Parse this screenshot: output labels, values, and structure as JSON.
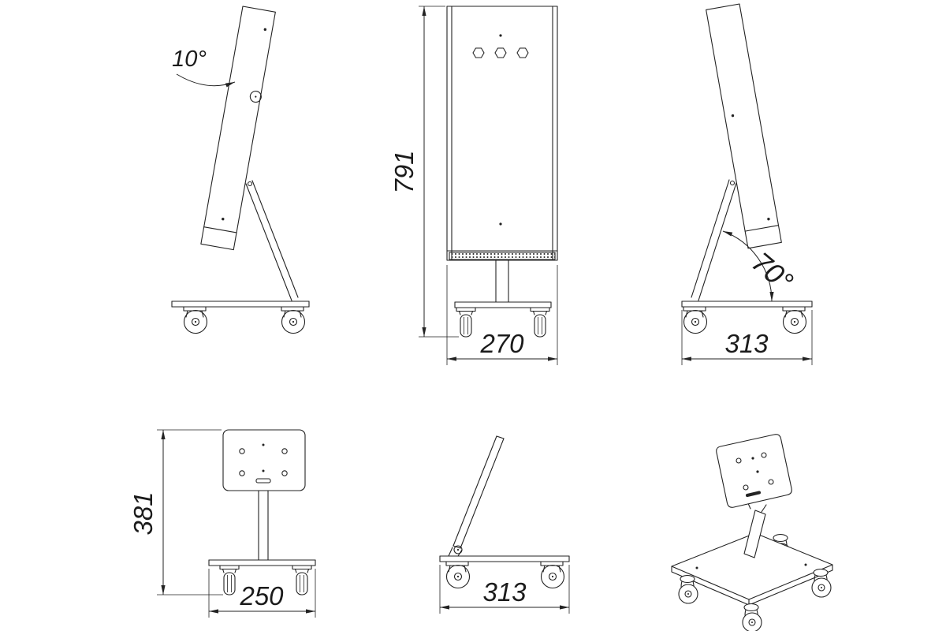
{
  "drawing": {
    "line_color": "#232323",
    "dimension_text_color": "#1b1b1b",
    "background": "#ffffff",
    "views": {
      "side_left": {
        "labels": {
          "tilt_angle": "10°"
        }
      },
      "front": {
        "labels": {
          "height": "791",
          "width": "270"
        }
      },
      "side_right": {
        "labels": {
          "screen_angle": "70°",
          "depth": "313"
        }
      },
      "stand_rear": {
        "labels": {
          "height": "381",
          "width": "250"
        }
      },
      "stand_side": {
        "labels": {
          "depth": "313"
        }
      },
      "isometric": {
        "labels": {}
      }
    }
  }
}
